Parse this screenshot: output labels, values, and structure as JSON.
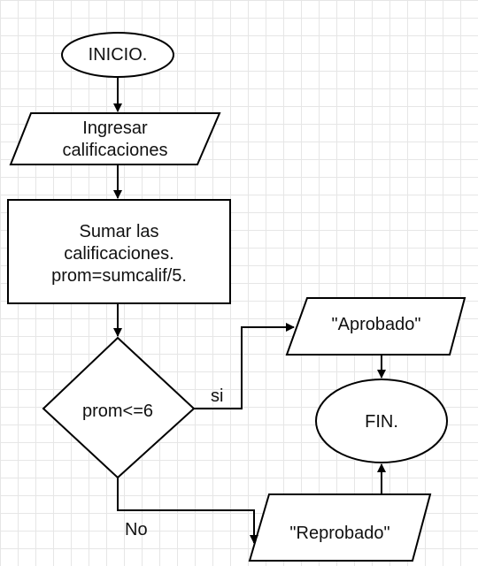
{
  "nodes": {
    "start": {
      "label": "INICIO."
    },
    "input": {
      "label": "Ingresar\ncalificaciones"
    },
    "process": {
      "label": "Sumar las\ncalificaciones.\nprom=sumcalif/5."
    },
    "decision": {
      "label": "prom<=6"
    },
    "out_pass": {
      "label": "\"Aprobado\""
    },
    "out_fail": {
      "label": "\"Reprobado\""
    },
    "end": {
      "label": "FIN."
    }
  },
  "edges": {
    "yes_label": "si",
    "no_label": "No"
  },
  "colors": {
    "stroke": "#000000",
    "fill": "#ffffff",
    "grid": "#e6e6e6"
  }
}
